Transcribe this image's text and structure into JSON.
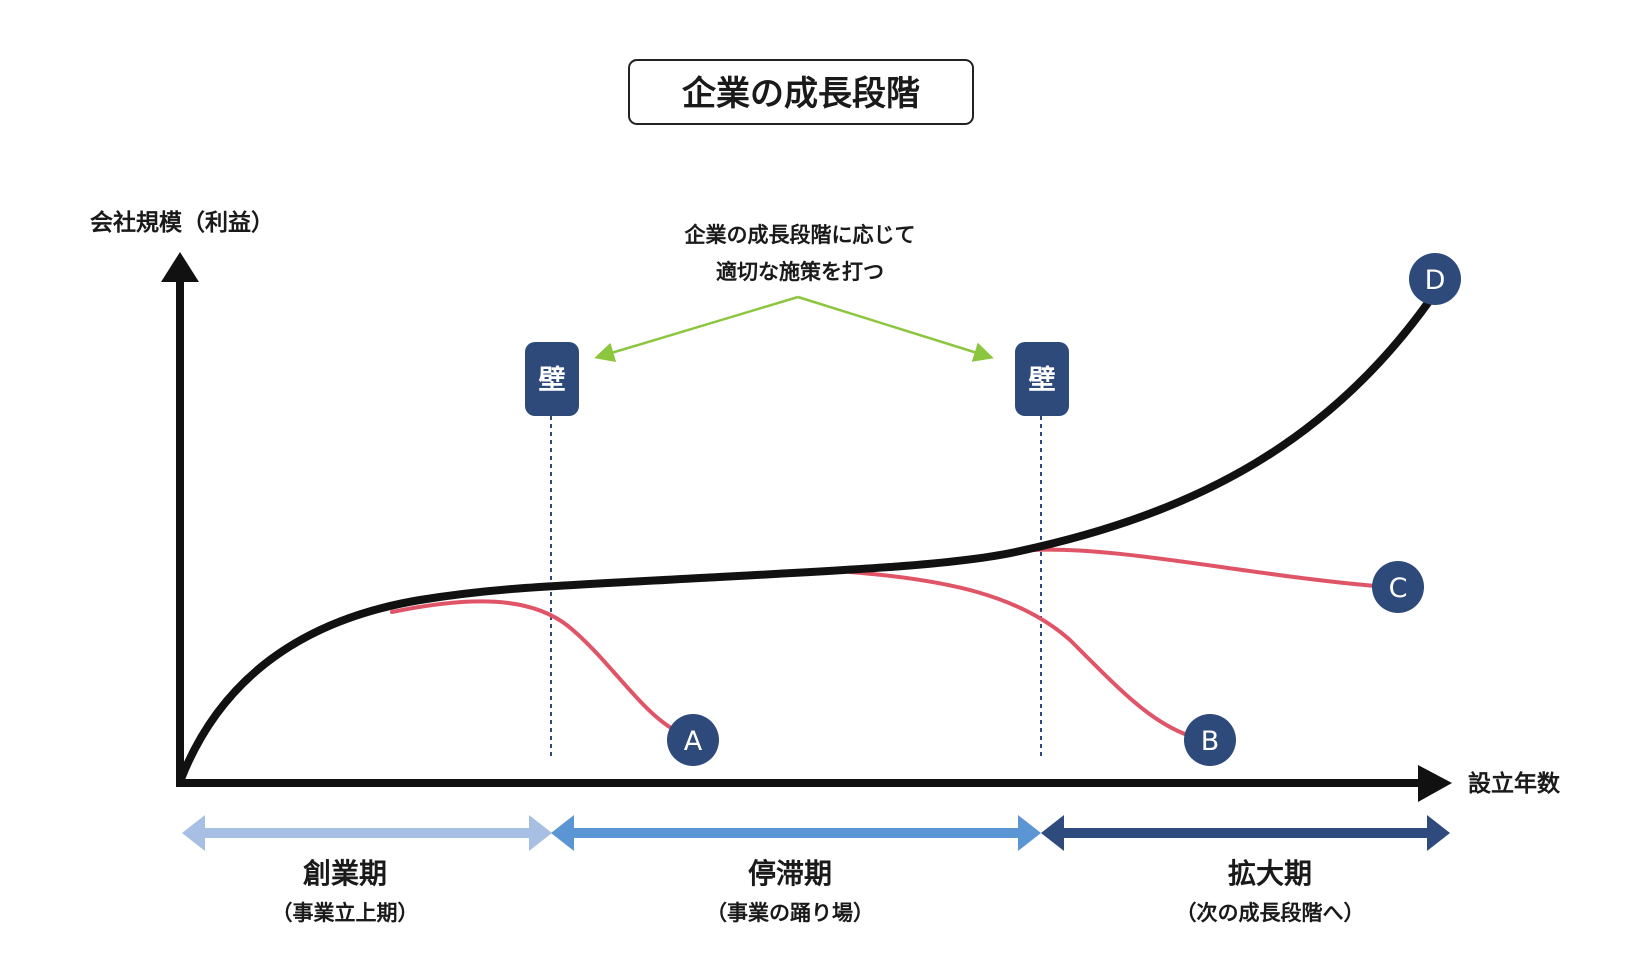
{
  "title": "企業の成長段階",
  "axes": {
    "y_label": "会社規模（利益）",
    "x_label": "設立年数"
  },
  "annotation": {
    "line1": "企業の成長段階に応じて",
    "line2": "適切な施策を打つ"
  },
  "walls": [
    {
      "label": "壁"
    },
    {
      "label": "壁"
    }
  ],
  "outcomes": {
    "a": "A",
    "b": "B",
    "c": "C",
    "d": "D"
  },
  "phases": [
    {
      "name": "創業期",
      "sub": "（事業立上期）",
      "color": "#a7bfe3"
    },
    {
      "name": "停滞期",
      "sub": "（事業の踊り場）",
      "color": "#5b95d3"
    },
    {
      "name": "拡大期",
      "sub": "（次の成長段階へ）",
      "color": "#2f4a7c"
    }
  ],
  "colors": {
    "main_curve": "#111111",
    "decline_curve": "#e05468",
    "badge": "#2e4a7b",
    "annotation_arrow": "#8cc63f",
    "wall_line": "#2e4a7b"
  }
}
